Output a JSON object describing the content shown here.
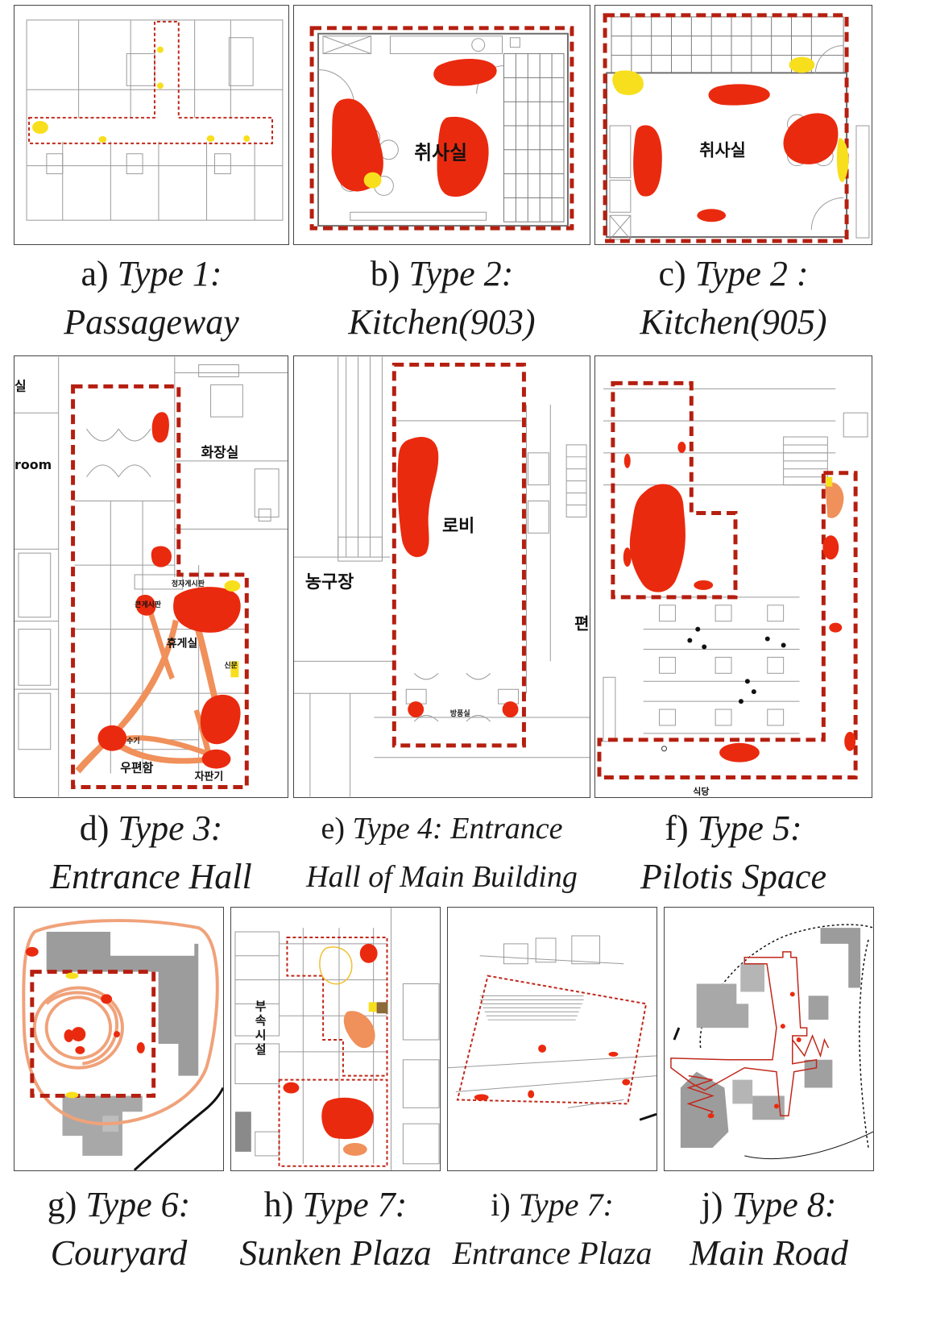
{
  "panels": [
    {
      "id": "a",
      "label": "a)",
      "line1": "Type 1:",
      "line2": "Passageway",
      "room_labels": []
    },
    {
      "id": "b",
      "label": "b)",
      "line1": "Type 2:",
      "line2": "Kitchen(903)",
      "room_labels": [
        "취사실"
      ]
    },
    {
      "id": "c",
      "label": "c)",
      "line1": "Type 2 :",
      "line2": "Kitchen(905)",
      "room_labels": [
        "취사실"
      ]
    },
    {
      "id": "d",
      "label": "d)",
      "line1": "Type 3:",
      "line2": "Entrance Hall",
      "room_labels": [
        "실",
        "room",
        "화장실",
        "휴게실",
        "우편함",
        "자판기",
        "수기",
        "정자게시판",
        "신문",
        "큰게시판"
      ]
    },
    {
      "id": "e",
      "label": "e)",
      "line1": "Type 4: Entrance",
      "line2": "Hall of Main Building",
      "room_labels": [
        "로비",
        "농구장",
        "편",
        "방풍실"
      ]
    },
    {
      "id": "f",
      "label": "f)",
      "line1": "Type 5:",
      "line2": "Pilotis Space",
      "room_labels": [
        "식당"
      ]
    },
    {
      "id": "g",
      "label": "g)",
      "line1": "Type 6:",
      "line2": "Couryard",
      "room_labels": []
    },
    {
      "id": "h",
      "label": "h)",
      "line1": "Type 7:",
      "line2": "Sunken Plaza",
      "room_labels": [
        "부",
        "속",
        "시",
        "설"
      ]
    },
    {
      "id": "i",
      "label": "i)",
      "line1": "Type 7:",
      "line2": "Entrance Plaza",
      "room_labels": []
    },
    {
      "id": "j",
      "label": "j)",
      "line1": "Type 8:",
      "line2": "Main Road",
      "room_labels": []
    }
  ],
  "legend_colors": {
    "high_density": "#ea2a0e",
    "medium_density": "#f0905a",
    "low_density": "#f7df1d",
    "boundary": "#b51f10"
  }
}
